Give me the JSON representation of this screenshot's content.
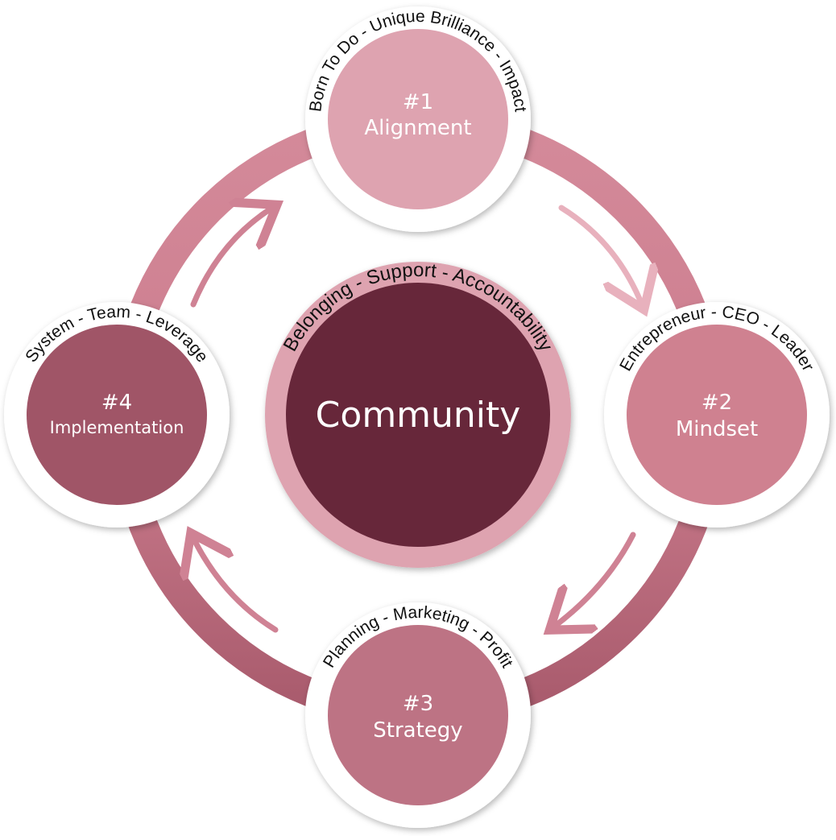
{
  "center": {
    "title": "Community",
    "ring_text": "Belonging - Support - Accountability"
  },
  "nodes": [
    {
      "id": "alignment",
      "number": "#1",
      "label": "Alignment",
      "ring_text": "Born To Do - Unique Brilliance - Impact",
      "fill": "#dea3b0"
    },
    {
      "id": "mindset",
      "number": "#2",
      "label": "Mindset",
      "ring_text": "Entrepreneur - CEO - Leader",
      "fill": "#cf8190"
    },
    {
      "id": "strategy",
      "number": "#3",
      "label": "Strategy",
      "ring_text": "Planning - Marketing - Profit",
      "fill": "#bd7384"
    },
    {
      "id": "implementation",
      "number": "#4",
      "label": "Implementation",
      "ring_text": "System - Team - Leverage",
      "fill": "#a05567"
    }
  ],
  "colors": {
    "outer_ring": "#c97a8b",
    "outer_ring_dark": "#a85a6c",
    "center_fill": "#67273a",
    "center_ring": "#dea3b0",
    "arrow": "#cf8294",
    "arrow_light": "#e8b1bd"
  }
}
